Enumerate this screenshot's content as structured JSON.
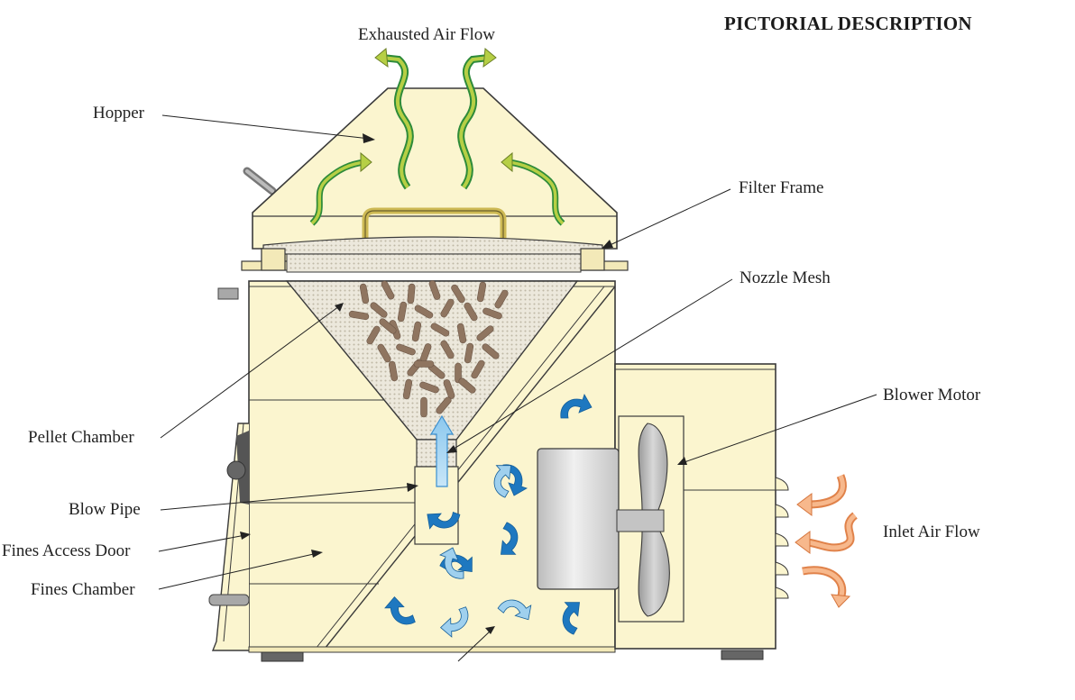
{
  "header": {
    "title": "PICTORIAL DESCRIPTION"
  },
  "labels": {
    "exhausted_air_flow": "Exhausted Air Flow",
    "hopper": "Hopper",
    "filter_frame": "Filter Frame",
    "nozzle_mesh": "Nozzle Mesh",
    "blower_motor": "Blower Motor",
    "pellet_chamber": "Pellet Chamber",
    "blow_pipe": "Blow Pipe",
    "inlet_air_flow": "Inlet Air Flow",
    "fines_access_door": "Fines Access Door",
    "fines_chamber": "Fines Chamber"
  },
  "colors": {
    "body_fill": "#fbf5cf",
    "outline": "#3a3a3a",
    "pellet": "#8f7560",
    "exhaust_air": "#a9c53a",
    "exhaust_air_dark": "#2e8b3a",
    "inlet_air": "#f2a070",
    "circulating_air_light": "#a6d6f0",
    "circulating_air_dark": "#1e78c0",
    "motor_gray": "#cfcfcf"
  }
}
